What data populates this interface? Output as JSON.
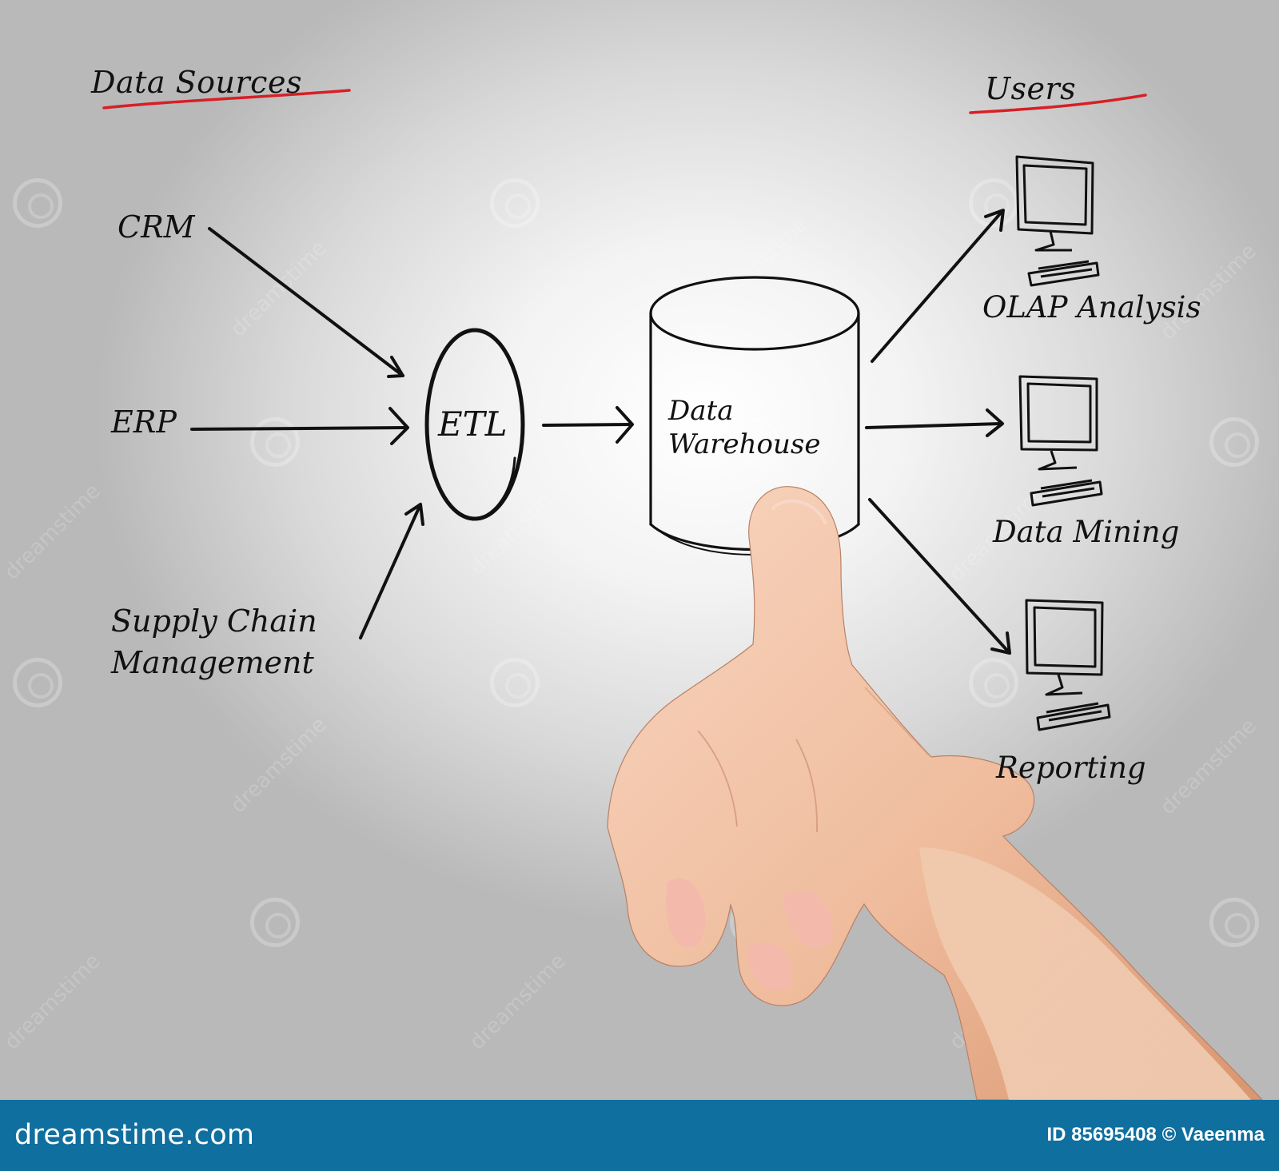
{
  "diagram": {
    "data_sources_title": "Data Sources",
    "users_title": "Users",
    "sources": [
      "CRM",
      "ERP",
      "Supply Chain",
      "Management"
    ],
    "etl_label": "ETL",
    "warehouse_label": [
      "Data",
      "Warehouse"
    ],
    "users": [
      "OLAP Analysis",
      "Data Mining",
      "Reporting"
    ]
  },
  "footer": {
    "brand": "dreamstime.com",
    "id_credit": "ID 85695408 © Vaeenma",
    "watermark": "dreamstime"
  },
  "colors": {
    "ink": "#111111",
    "title_underline": "#d71f26",
    "footer_bg": "#0f6f9f",
    "skin": "#efbc9d"
  },
  "icons": [
    "arrow-icon",
    "computer-icon",
    "cylinder-icon",
    "hand-pointer-icon",
    "watermark-spiral-icon"
  ]
}
